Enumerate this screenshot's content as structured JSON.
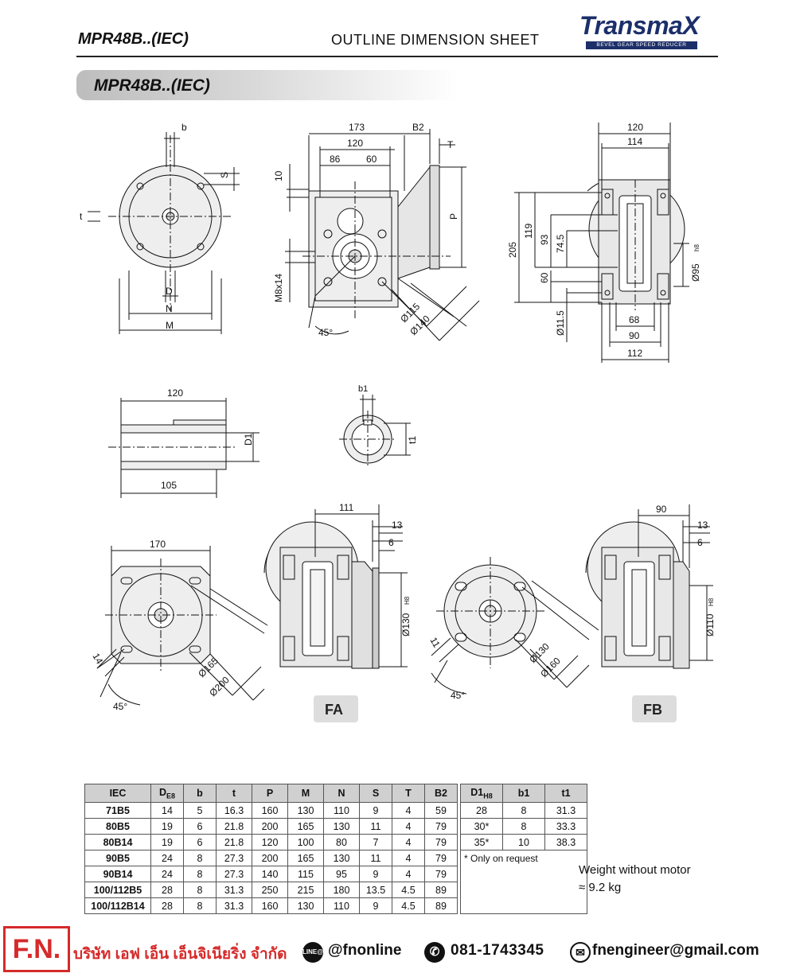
{
  "header": {
    "model": "MPR48B..(IEC)",
    "sheet_title": "OUTLINE DIMENSION SHEET",
    "logo_text": "TransmaX",
    "logo_sub": "BEVEL GEAR SPEED REDUCER"
  },
  "banner": {
    "title": "MPR48B..(IEC)"
  },
  "drawing": {
    "front": {
      "b": "b",
      "S": "S",
      "t": "t",
      "D": "D",
      "N": "N",
      "M": "M"
    },
    "side": {
      "d173": "173",
      "B2": "B2",
      "T": "T",
      "d120": "120",
      "d86": "86",
      "d60": "60",
      "d10": "10",
      "P": "P",
      "M8x14": "M8x14",
      "angle": "45°",
      "d115": "Ø115",
      "d140": "Ø140"
    },
    "right": {
      "d120": "120",
      "d114": "114",
      "d205": "205",
      "d119": "119",
      "d93": "93",
      "d74_5": "74.5",
      "d60": "60",
      "d11_5": "Ø11.5",
      "d95": "Ø95",
      "h8": "h8",
      "d68": "68",
      "d90": "90",
      "d112": "112"
    },
    "shaft": {
      "d120": "120",
      "D1": "D1",
      "d105": "105"
    },
    "bore": {
      "b1": "b1",
      "t1": "t1"
    },
    "fa": {
      "d170": "170",
      "d14": "14",
      "angle": "45°",
      "d165": "Ø165",
      "d200": "Ø200",
      "d111": "111",
      "d13": "13",
      "d6": "6",
      "d130": "Ø130",
      "H8": "H8",
      "tag": "FA"
    },
    "fb": {
      "d11": "11",
      "angle": "45°",
      "d130": "Ø130",
      "d160": "Ø160",
      "d90": "90",
      "d13": "13",
      "d6": "6",
      "d110": "Ø110",
      "H8": "H8",
      "tag": "FB"
    }
  },
  "table": {
    "headers": [
      "IEC",
      "D",
      "b",
      "t",
      "P",
      "M",
      "N",
      "S",
      "T",
      "B2"
    ],
    "header_d_sub": "E8",
    "rows": [
      [
        "71B5",
        "14",
        "5",
        "16.3",
        "160",
        "130",
        "110",
        "9",
        "4",
        "59"
      ],
      [
        "80B5",
        "19",
        "6",
        "21.8",
        "200",
        "165",
        "130",
        "11",
        "4",
        "79"
      ],
      [
        "80B14",
        "19",
        "6",
        "21.8",
        "120",
        "100",
        "80",
        "7",
        "4",
        "79"
      ],
      [
        "90B5",
        "24",
        "8",
        "27.3",
        "200",
        "165",
        "130",
        "11",
        "4",
        "79"
      ],
      [
        "90B14",
        "24",
        "8",
        "27.3",
        "140",
        "115",
        "95",
        "9",
        "4",
        "79"
      ],
      [
        "100/112B5",
        "28",
        "8",
        "31.3",
        "250",
        "215",
        "180",
        "13.5",
        "4.5",
        "89"
      ],
      [
        "100/112B14",
        "28",
        "8",
        "31.3",
        "160",
        "130",
        "110",
        "9",
        "4.5",
        "89"
      ]
    ],
    "hollow_headers": [
      "D1",
      "b1",
      "t1"
    ],
    "hollow_d1_sub": "H8",
    "hollow_rows": [
      [
        "28",
        "8",
        "31.3"
      ],
      [
        "30*",
        "8",
        "33.3"
      ],
      [
        "35*",
        "10",
        "38.3"
      ]
    ],
    "note": "* Only on request"
  },
  "weight": {
    "line1": "Weight without motor",
    "line2": "≈ 9.2 kg"
  },
  "footer": {
    "logo": "F.N.",
    "company": "บริษัท เอฟ เอ็น เอ็นจิเนียริ่ง จำกัด",
    "line_icon": "LINE@",
    "line_id": "@fnonline",
    "phone": "081-1743345",
    "email": "fnengineer@gmail.com",
    "accent": "#d62a2a",
    "icons": [
      "line-icon",
      "phone-icon",
      "mail-icon"
    ]
  }
}
